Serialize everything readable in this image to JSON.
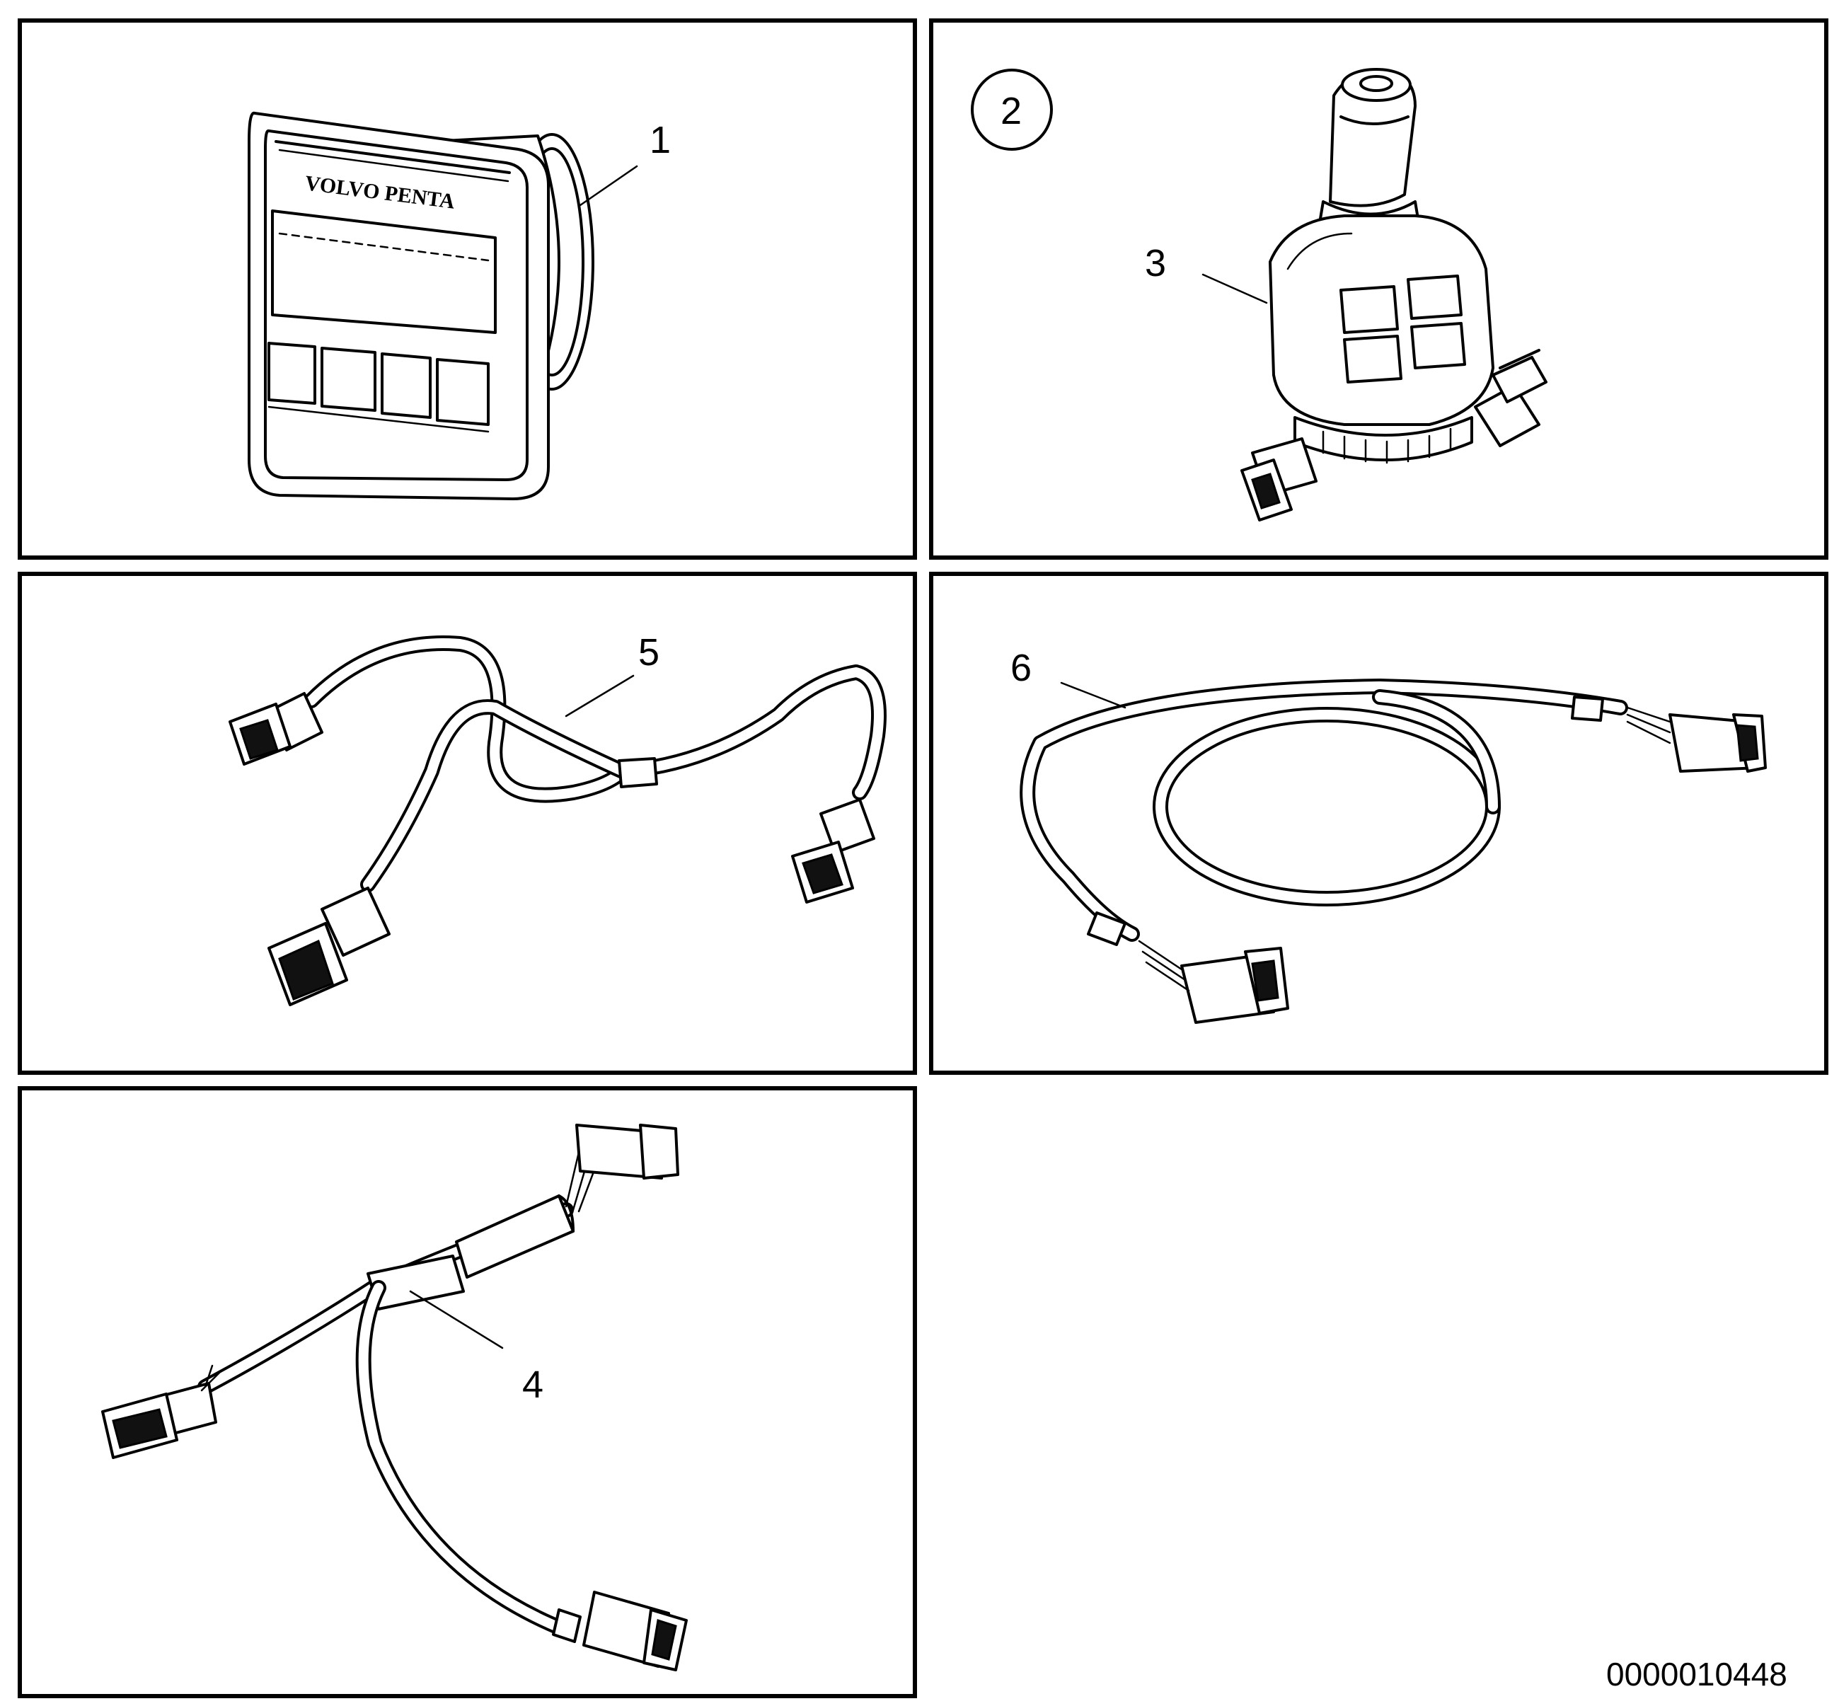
{
  "diagram": {
    "callouts": {
      "item_1": "1",
      "item_2": "2",
      "item_3": "3",
      "item_4": "4",
      "item_5": "5",
      "item_6": "6"
    },
    "display_brand": "VOLVO PENTA",
    "document_number": "0000010448"
  },
  "colors": {
    "line": "#000000",
    "background": "#ffffff",
    "shade": "#e6e6e6"
  },
  "icons": [
    "display-unit",
    "joystick",
    "wiring-harness",
    "y-cable",
    "extension-cable"
  ]
}
